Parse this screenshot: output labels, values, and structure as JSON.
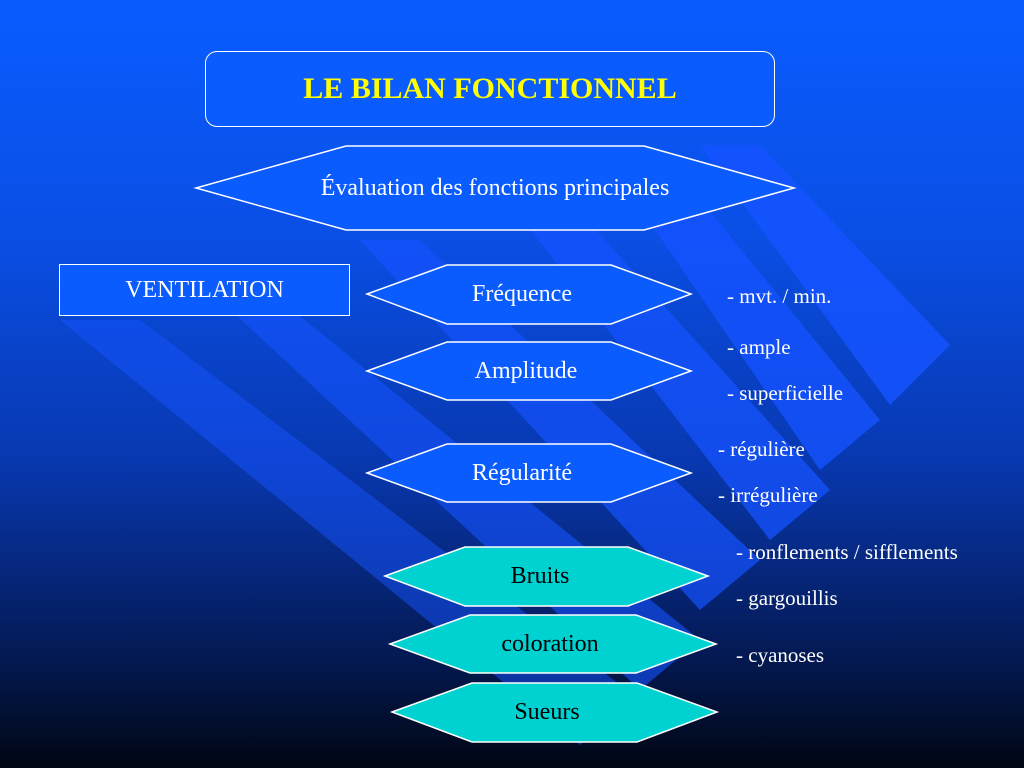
{
  "slide": {
    "title": "LE BILAN FONCTIONNEL",
    "subtitle": "Évaluation des fonctions principales",
    "category": "VENTILATION"
  },
  "criteria": [
    {
      "label": "Fréquence",
      "notes": [
        "- mvt. / min."
      ]
    },
    {
      "label": "Amplitude",
      "notes": [
        "- ample",
        "- superficielle"
      ]
    },
    {
      "label": "Régularité",
      "notes": [
        "- régulière",
        "- irrégulière"
      ]
    },
    {
      "label": "Bruits",
      "notes": [
        "- ronflements / sifflements",
        "- gargouillis"
      ]
    },
    {
      "label": "coloration",
      "notes": [
        "- cyanoses"
      ]
    },
    {
      "label": "Sueurs",
      "notes": []
    }
  ],
  "colors": {
    "background_top": "#0a5cff",
    "background_bottom": "#000613",
    "title_text": "#ffff00",
    "blue_shape_fill": "#0a5cff",
    "cyan_shape_fill": "#00d2d2",
    "outline": "#ffffff",
    "stripe": "#1553ff"
  }
}
